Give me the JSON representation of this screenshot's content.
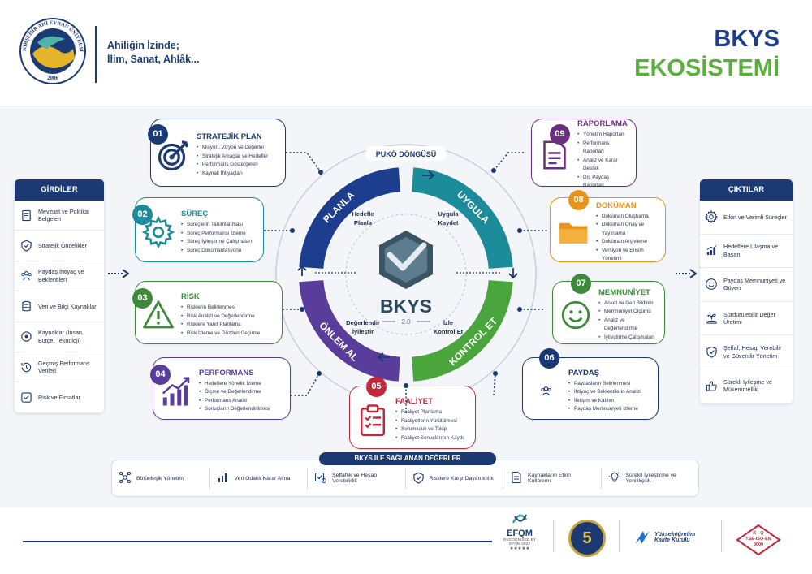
{
  "header": {
    "university_name": "KIRŞEHİR AHİ EVRAN ÜNİVERSİTESİ",
    "university_year": "2006",
    "slogan_line1": "Ahiliğin İzinde;",
    "slogan_line2": "İlim, Sanat, Ahlâk...",
    "title_line1": "BKYS",
    "title_line2": "EKOSİSTEMİ"
  },
  "inputs": {
    "title": "GİRDİLER",
    "items": [
      {
        "label": "Mevzuat ve Politika Belgeleri",
        "icon": "document-list-icon"
      },
      {
        "label": "Stratejik Öncelikler",
        "icon": "shield-check-icon"
      },
      {
        "label": "Paydaş İhtiyaç ve Beklentileri",
        "icon": "people-group-icon"
      },
      {
        "label": "Veri ve Bilgi Kaynakları",
        "icon": "database-icon"
      },
      {
        "label": "Kaynaklar (İnsan, Bütçe, Teknoloji)",
        "icon": "resources-icon"
      },
      {
        "label": "Geçmiş Performans Verileri",
        "icon": "history-icon"
      },
      {
        "label": "Risk ve Fırsatlar",
        "icon": "risk-icon"
      }
    ]
  },
  "outputs": {
    "title": "ÇIKTILAR",
    "items": [
      {
        "label": "Etkin ve Verimli Süreçler",
        "icon": "gear-icon"
      },
      {
        "label": "Hedeflere Ulaşma ve Başarı",
        "icon": "growth-chart-icon"
      },
      {
        "label": "Paydaş Memnuniyeti ve Güven",
        "icon": "smile-icon"
      },
      {
        "label": "Sürdürülebilir Değer Üretimi",
        "icon": "plant-hand-icon"
      },
      {
        "label": "Şeffaf, Hesap Verebilir ve Güvenilir Yönetim",
        "icon": "shield-check-icon"
      },
      {
        "label": "Sürekli İyileşme ve Mükemmellik",
        "icon": "thumbs-up-icon"
      }
    ]
  },
  "cycle": {
    "title": "PUKÖ DÖNGÜSÜ",
    "center_label": "BKYS",
    "center_version": "2.0",
    "segments": [
      {
        "name": "PLANLA",
        "inner": "Hedefle\nPlanla",
        "color": "#1d3d8f"
      },
      {
        "name": "UYGULA",
        "inner": "Uygula\nKaydet",
        "color": "#1d8c9a"
      },
      {
        "name": "KONTROL ET",
        "inner": "İzle\nKontrol Et",
        "color": "#4aa63c"
      },
      {
        "name": "ÖNLEM AL",
        "inner": "Değerlendir\nİyileştir",
        "color": "#5a3d9a"
      }
    ]
  },
  "cards": [
    {
      "num": "01",
      "title": "STRATEJİK PLAN",
      "color": "#1b3a73",
      "icon": "target-icon",
      "items": [
        "Misyon, Vizyon ve Değerler",
        "Stratejik Amaçlar ve Hedefler",
        "Performans Göstergeleri",
        "Kaynak İhtiyaçları"
      ]
    },
    {
      "num": "02",
      "title": "SÜREÇ",
      "color": "#1d8c9a",
      "icon": "gear-icon",
      "items": [
        "Süreçlerin Tanımlanması",
        "Süreç Performansı İzleme",
        "Süreç İyileştirme Çalışmaları",
        "Süreç Dokümantasyonu"
      ]
    },
    {
      "num": "03",
      "title": "RİSK",
      "color": "#3c8a3a",
      "icon": "warning-icon",
      "items": [
        "Risklerin Belirlenmesi",
        "Risk Analizi ve Değerlendirme",
        "Risklere Yanıt Planlama",
        "Risk İzleme ve Gözden Geçirme"
      ]
    },
    {
      "num": "04",
      "title": "PERFORMANS",
      "color": "#5a3d9a",
      "icon": "bar-growth-icon",
      "items": [
        "Hedeflere Yönelik İzleme",
        "Ölçme ve Değerlendirme",
        "Performans Analizi",
        "Sonuçların Değerlendirilmesi"
      ]
    },
    {
      "num": "05",
      "title": "FAALİYET",
      "color": "#c0283d",
      "icon": "clipboard-icon",
      "items": [
        "Faaliyet Planlama",
        "Faaliyetlerin Yürütülmesi",
        "Sorumluluk ve Takip",
        "Faaliyet Sonuçlarının Kaydı"
      ]
    },
    {
      "num": "06",
      "title": "PAYDAŞ",
      "color": "#1b3a73",
      "icon": "people-group-icon",
      "items": [
        "Paydaşların Belirlenmesi",
        "İhtiyaç ve Beklentilerin Analizi",
        "İletişim ve Katılım",
        "Paydaş Memnuniyeti İzleme"
      ]
    },
    {
      "num": "07",
      "title": "MEMNUNİYET",
      "color": "#3c8a3a",
      "icon": "smile-icon",
      "items": [
        "Anket ve Geri Bildirim",
        "Memnuniyet Ölçümü",
        "Analiz ve Değerlendirme",
        "İyileştirme Çalışmaları"
      ]
    },
    {
      "num": "08",
      "title": "DOKÜMAN",
      "color": "#e8941a",
      "icon": "folder-icon",
      "items": [
        "Doküman Oluşturma",
        "Doküman Onay ve Yayınlama",
        "Doküman Arşivleme",
        "Versiyon ve Erişim Yönetimi"
      ]
    },
    {
      "num": "09",
      "title": "RAPORLAMA",
      "color": "#6b2d7e",
      "icon": "report-icon",
      "items": [
        "Yönetim Raporları",
        "Performans Raporları",
        "Analiz ve Karar Destek",
        "Dış Paydaş Raporları"
      ]
    }
  ],
  "values": {
    "title": "BKYS İLE SAĞLANAN DEĞERLER",
    "items": [
      {
        "label": "Bütünleşik Yönetim",
        "icon": "network-icon"
      },
      {
        "label": "Veri Odaklı Karar Alma",
        "icon": "chart-icon"
      },
      {
        "label": "Şeffaflık ve Hesap Verebilirlik",
        "icon": "transparency-icon"
      },
      {
        "label": "Risklere Karşı Dayanıklılık",
        "icon": "shield-check-icon"
      },
      {
        "label": "Kaynakların Etkin Kullanımı",
        "icon": "document-icon"
      },
      {
        "label": "Sürekli İyileştirme ve Yenilikçilik",
        "icon": "lightbulb-icon"
      }
    ]
  },
  "footer": {
    "efqm": "EFQM",
    "efqm_sub1": "RECOGNISED BY",
    "efqm_sub2": "EFQM 2023",
    "efqm_stars": "★★★★★",
    "badge_five": "5",
    "yok_line1": "Yükseköğretim",
    "yok_line2": "Kalite Kurulu",
    "tse_line1": "K - Q",
    "tse_line2": "TSE-ISO-EN",
    "tse_line3": "9000"
  }
}
